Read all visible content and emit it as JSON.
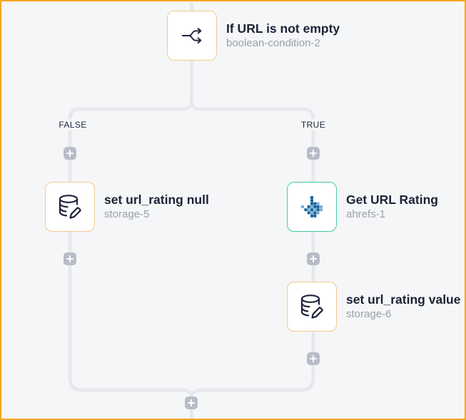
{
  "palette": {
    "canvas_bg": "#f5f6f7",
    "frame_border": "#f5a623",
    "connector_line": "#e7e8ec",
    "node_border_orange": "#f3c88f",
    "node_border_teal": "#45cfa0",
    "plus_button_bg": "#b8bcc8",
    "title_color": "#1e2236",
    "subtitle_color": "#9b9eab",
    "ahrefs_pixel_dark": "#16639e",
    "ahrefs_pixel_light": "#7aaed3"
  },
  "nodes": {
    "condition": {
      "title": "If URL is not empty",
      "subtitle": "boolean-condition-2",
      "icon": "branch-split-icon"
    },
    "storage_false": {
      "title": "set url_rating null",
      "subtitle": "storage-5",
      "icon": "database-edit-icon"
    },
    "ahrefs": {
      "title": "Get URL Rating",
      "subtitle": "ahrefs-1",
      "icon": "ahrefs-icon"
    },
    "storage_true": {
      "title": "set url_rating value",
      "subtitle": "storage-6",
      "icon": "database-edit-icon"
    }
  },
  "branch_labels": {
    "false": "FALSE",
    "true": "TRUE"
  }
}
